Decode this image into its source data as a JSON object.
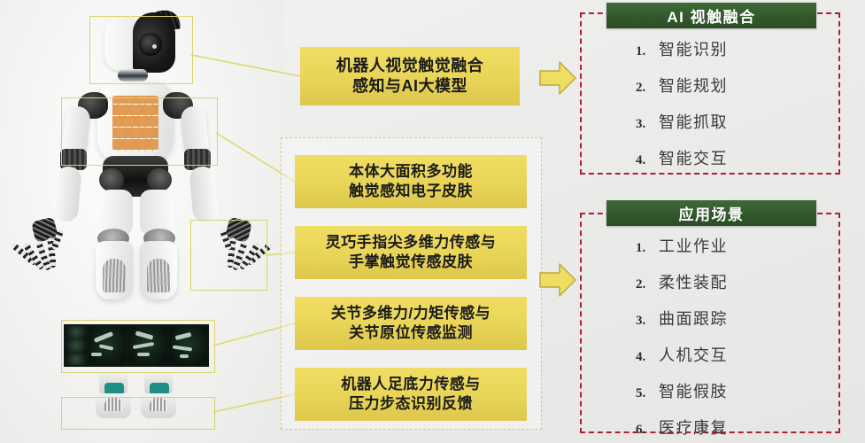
{
  "colors": {
    "yellow_box": "#e8d457",
    "yellow_dashed": "#d9cf55",
    "green_header": "#33582c",
    "red_dashed": "#b01f32",
    "background": "#ececea",
    "arrow_fill": "#f0dd63"
  },
  "photo": {
    "subject": "humanoid-robot",
    "highlight_labels": [
      "head",
      "torso",
      "hand",
      "sensor-film",
      "foot"
    ]
  },
  "center": {
    "main_box": "机器人视觉触觉融合\n感知与AI大模型",
    "main_box_line1": "机器人视觉触觉融合",
    "main_box_line2": "感知与AI大模型",
    "items": [
      {
        "line1": "本体大面积多功能",
        "line2": "触觉感知电子皮肤"
      },
      {
        "line1": "灵巧手指尖多维力传感与",
        "line2": "手掌触觉传感皮肤"
      },
      {
        "line1": "关节多维力/力矩传感与",
        "line2": "关节原位传感监测"
      },
      {
        "line1": "机器人足底力传感与",
        "line2": "压力步态识别反馈"
      }
    ]
  },
  "panels": [
    {
      "title": "AI 视触融合",
      "items": [
        {
          "num": "1.",
          "text": "智能识别"
        },
        {
          "num": "2.",
          "text": "智能规划"
        },
        {
          "num": "3.",
          "text": "智能抓取"
        },
        {
          "num": "4.",
          "text": "智能交互"
        }
      ]
    },
    {
      "title": "应用场景",
      "items": [
        {
          "num": "1.",
          "text": "工业作业"
        },
        {
          "num": "2.",
          "text": "柔性装配"
        },
        {
          "num": "3.",
          "text": "曲面跟踪"
        },
        {
          "num": "4.",
          "text": "人机交互"
        },
        {
          "num": "5.",
          "text": "智能假肢"
        },
        {
          "num": "6.",
          "text": "医疗康复"
        }
      ]
    }
  ],
  "arrows": [
    {
      "name": "arrow-to-ai-panel",
      "direction": "right"
    },
    {
      "name": "arrow-to-scenario-panel",
      "direction": "right"
    }
  ]
}
